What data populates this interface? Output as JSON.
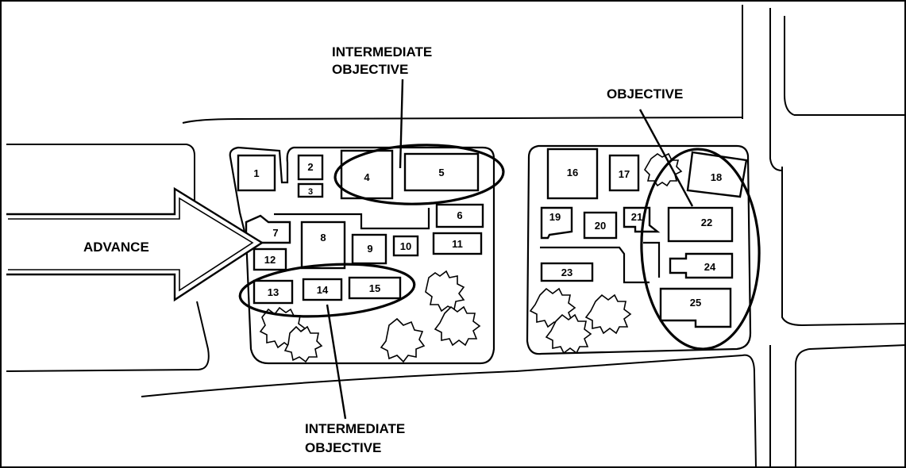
{
  "labels": {
    "advance": "ADVANCE",
    "objective": "OBJECTIVE",
    "intermediate_top": [
      "INTERMEDIATE",
      "OBJECTIVE"
    ],
    "intermediate_bottom": [
      "INTERMEDIATE",
      "OBJECTIVE"
    ]
  },
  "buildings": {
    "b1": "1",
    "b2": "2",
    "b3": "3",
    "b4": "4",
    "b5": "5",
    "b6": "6",
    "b7": "7",
    "b8": "8",
    "b9": "9",
    "b10": "10",
    "b11": "11",
    "b12": "12",
    "b13": "13",
    "b14": "14",
    "b15": "15",
    "b16": "16",
    "b17": "17",
    "b18": "18",
    "b19": "19",
    "b20": "20",
    "b21": "21",
    "b22": "22",
    "b23": "23",
    "b24": "24",
    "b25": "25"
  }
}
